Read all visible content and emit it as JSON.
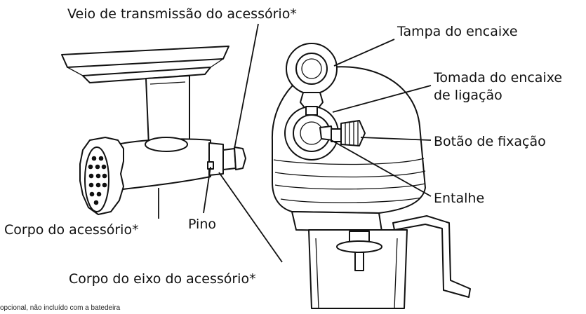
{
  "labels": {
    "drive_shaft": "Veio de transmissão do acessório*",
    "hub_cover": "Tampa do encaixe",
    "hub_socket": "Tomada do encaixe",
    "hub_socket_2": "de ligação",
    "knob": "Botão de fixação",
    "notch": "Entalhe",
    "pin": "Pino",
    "housing": "Corpo do acessório*",
    "shaft_housing": "Corpo do eixo do acessório*"
  },
  "footnote": "opcional, não incluído com a batedeira"
}
